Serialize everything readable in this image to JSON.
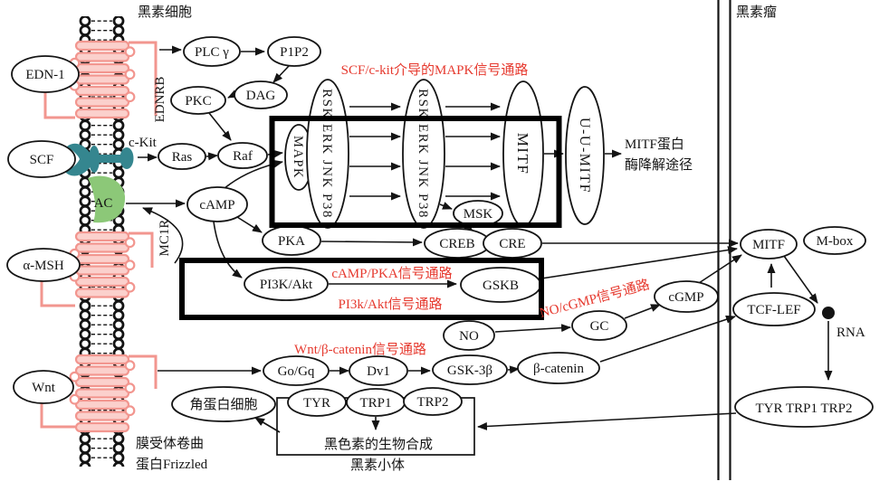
{
  "figure": {
    "melanocyte_label": "黑素细胞",
    "melanoma_label": "黑素瘤",
    "receptor_ednrb": "EDNRB",
    "receptor_ckit": "c-Kit",
    "receptor_mc1r": "MC1R",
    "frizzled_line1": "膜受体卷曲",
    "frizzled_line2": "蛋白Frizzled"
  },
  "pathway_labels": {
    "mapk": "SCF/c-kit介导的MAPK信号通路",
    "camp_pka": "cAMP/PKA信号通路",
    "pi3k_akt": "PI3k/Akt信号通路",
    "no_cgmp": "NO/cGMP信号通路",
    "wnt": "Wnt/β-catenin信号通路"
  },
  "nodes": {
    "edn1": "EDN-1",
    "plcg": "PLC γ",
    "p1p2": "P1P2",
    "dag": "DAG",
    "pkc": "PKC",
    "scf": "SCF",
    "ras": "Ras",
    "raf": "Raf",
    "mapk": "MAPK",
    "kinase_stack": "RSK ERK JNK P38",
    "mitf_tall": "MITF",
    "uu_mitf": "U-U-MITF",
    "msk": "MSK",
    "ac": "AC",
    "camp": "cAMP",
    "amsh": "α-MSH",
    "pka": "PKA",
    "creb": "CREB",
    "cre": "CRE",
    "pi3k_akt": "PI3K/Akt",
    "gskb": "GSKB",
    "no": "NO",
    "gc": "GC",
    "cgmp": "cGMP",
    "wnt": "Wnt",
    "go_gq": "Go/Gq",
    "dv1": "Dv1",
    "gsk3b": "GSK-3β",
    "b_catenin": "β-catenin",
    "mitf": "MITF",
    "m_box": "M-box",
    "tcf_lef": "TCF-LEF",
    "tyr_trp1_trp2": "TYR TRP1 TRP2",
    "tyr": "TYR",
    "trp1": "TRP1",
    "trp2": "TRP2",
    "keratinocyte": "角蛋白细胞"
  },
  "texts": {
    "mitf_degradation_line1": "MITF蛋白",
    "mitf_degradation_line2": "酶降解途径",
    "rna": "RNA",
    "melanin_biosynthesis": "黑色素的生物合成",
    "melanosome": "黑素小体"
  },
  "colors": {
    "pathway_label_red": "#e6392e",
    "membrane_pink": "#f2968f",
    "membrane_pink_fill": "#fbd0cc",
    "ckit_teal": "#35868f",
    "ac_green": "#8cc878",
    "line_black": "#141414"
  }
}
